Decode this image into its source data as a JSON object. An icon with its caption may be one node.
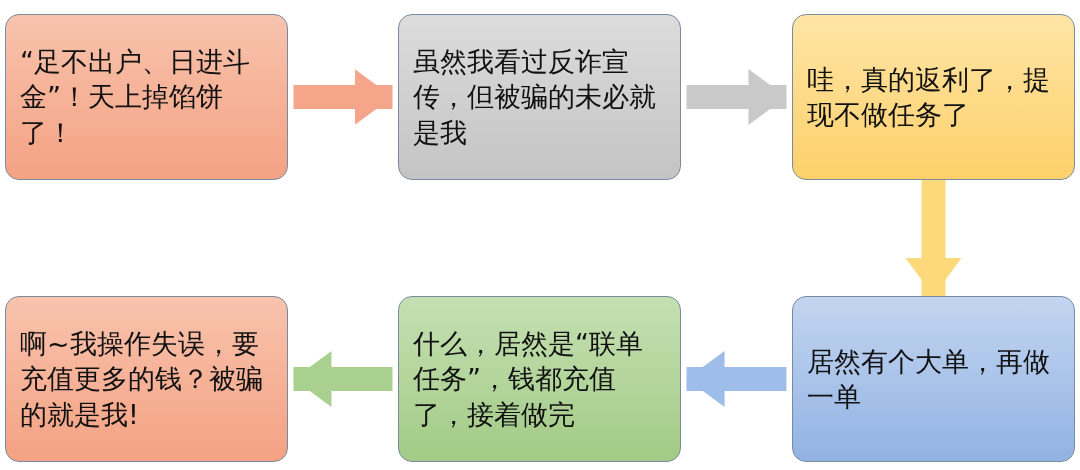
{
  "diagram": {
    "nodes": [
      {
        "text": [
          "“足不出户、日进斗金”！天上掉馅饼了！"
        ]
      },
      {
        "text": [
          "虽然我看过反诈宣传，但被骗的未必就是我"
        ]
      },
      {
        "text": [
          "哇，真的返利了，提现不做任务了"
        ]
      },
      {
        "text": [
          "居然有个大单，再做一单"
        ]
      },
      {
        "text": [
          "什么，居然是“联单任务”，钱都充值了，接着做完"
        ]
      },
      {
        "text": [
          "啊~我操作失误，要充值更多的钱？被骗的就是我!"
        ]
      }
    ],
    "edges": [
      {
        "from": 0,
        "to": 1,
        "arrow": "to",
        "color": "#f4a58a"
      },
      {
        "from": 1,
        "to": 2,
        "arrow": "to",
        "color": "#c9c9c9"
      },
      {
        "from": 2,
        "to": 3,
        "arrow": "to",
        "color": "#fed97c"
      },
      {
        "from": 3,
        "to": 4,
        "arrow": "to",
        "color": "#9ebde8"
      },
      {
        "from": 4,
        "to": 5,
        "arrow": "to",
        "color": "#a9d08e"
      }
    ]
  }
}
